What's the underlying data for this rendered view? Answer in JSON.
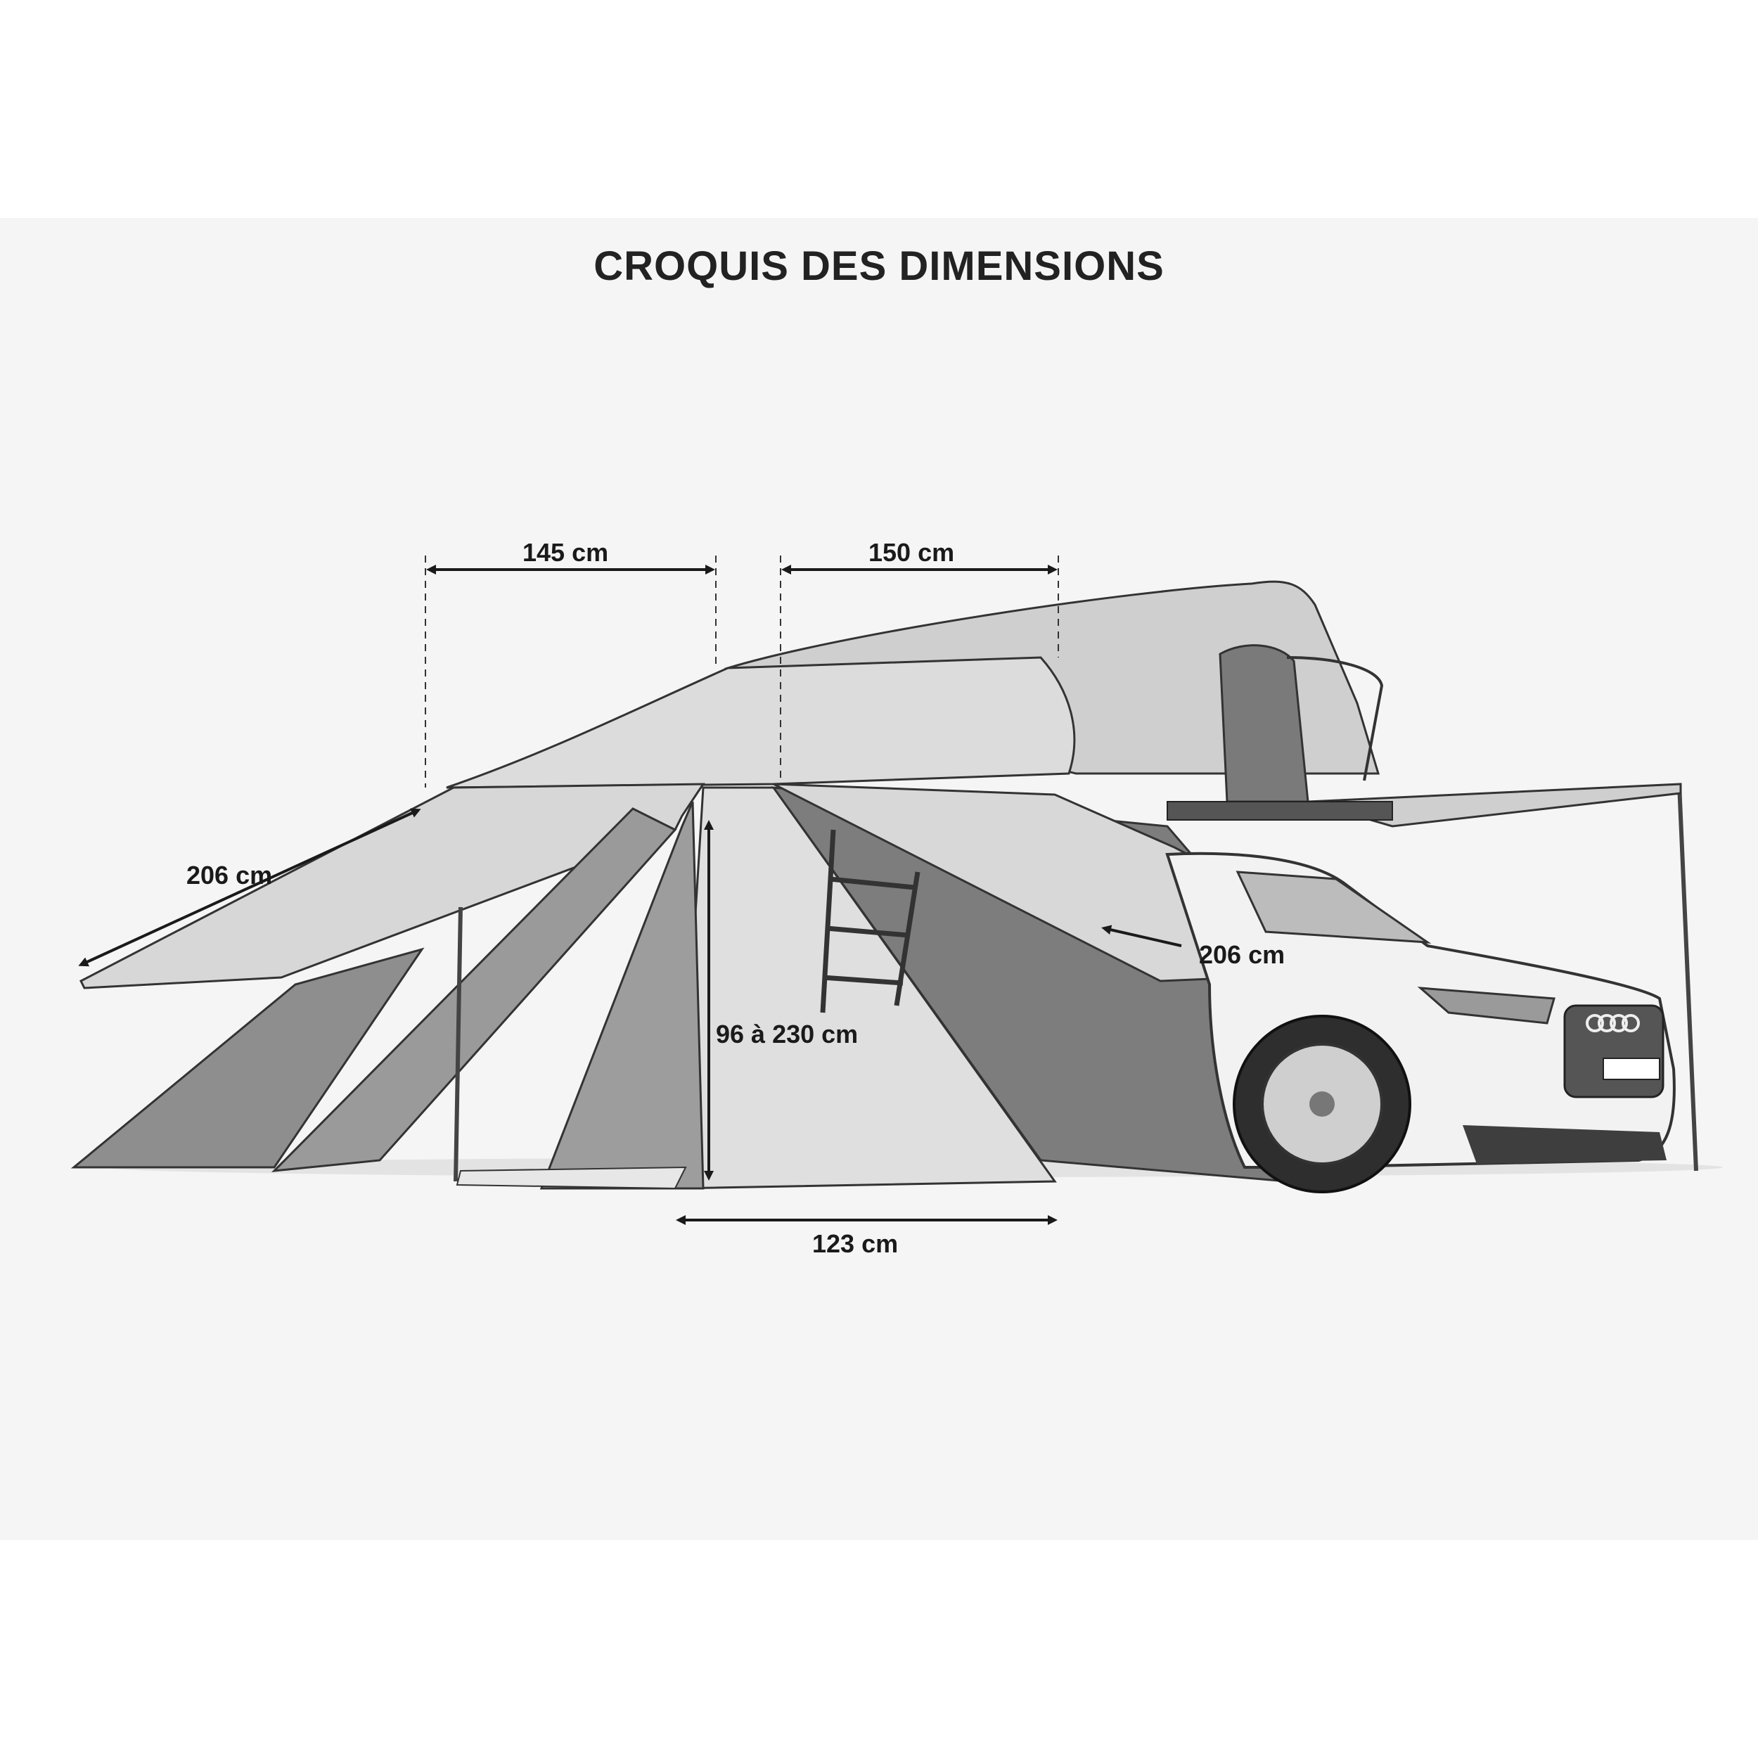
{
  "title": "CROQUIS DES DIMENSIONS",
  "dimensions": {
    "top_left": "145 cm",
    "top_right": "150 cm",
    "left_awning": "206 cm",
    "right_awning": "206 cm",
    "height": "96 à 230 cm",
    "bottom": "123 cm"
  },
  "colors": {
    "background": "#f5f5f5",
    "fabric_light": "#d9d9d9",
    "fabric_mid": "#b5b5b5",
    "fabric_dark": "#8c8c8c",
    "line": "#333333"
  }
}
